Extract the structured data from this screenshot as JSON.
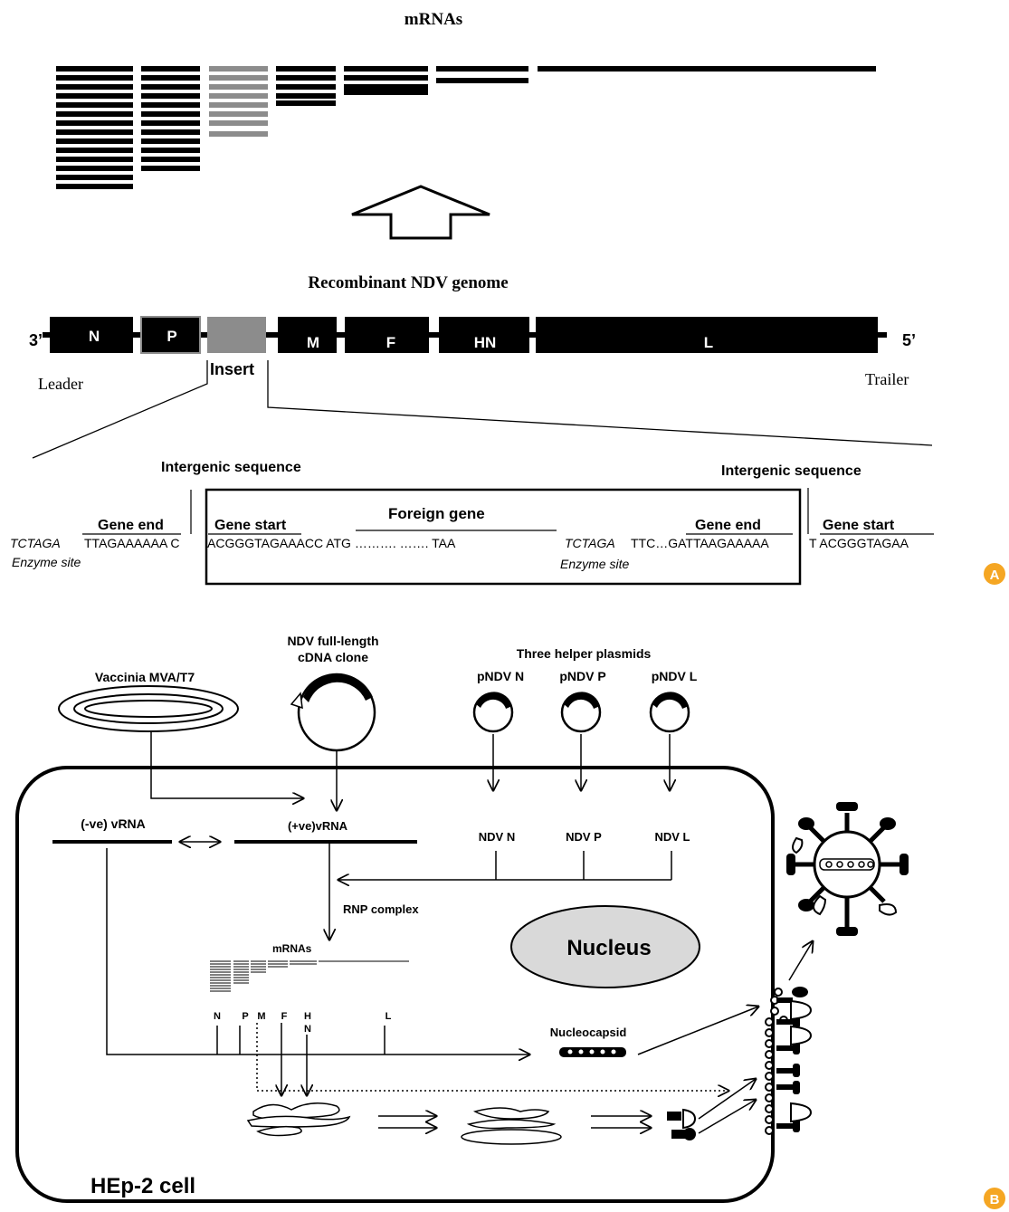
{
  "panel_a": {
    "mrnas_title": "mRNAs",
    "genome_title": "Recombinant NDV genome",
    "end_3": "3’",
    "end_5": "5’",
    "genes": [
      "N",
      "P",
      "M",
      "F",
      "HN",
      "L"
    ],
    "insert_label": "Insert",
    "leader_label": "Leader",
    "trailer_label": "Trailer",
    "intergenic_left": "Intergenic sequence",
    "intergenic_right": "Intergenic sequence",
    "gene_end_left": "Gene end",
    "gene_start_left": "Gene start",
    "foreign_gene": "Foreign gene",
    "gene_end_right": "Gene end",
    "gene_start_right": "Gene start",
    "seq_tctaga_left": "TCTAGA",
    "seq_left_end": "TTAGAAAAAA C",
    "seq_mid": "ACGGGTAGAAACC ATG ………. ……. TAA",
    "seq_tctaga_mid": "TCTAGA",
    "seq_mid2": "TTC…GATTAAGAAAAA",
    "seq_right": "T ACGGGTAGAA",
    "enzyme_site_left": "Enzyme site",
    "enzyme_site_mid": "Enzyme site",
    "badge": "A"
  },
  "panel_b": {
    "vaccinia": "Vaccinia MVA/T7",
    "ndv_clone_line1": "NDV full-length",
    "ndv_clone_line2": "cDNA clone",
    "helpers_title": "Three helper plasmids",
    "plasmids": [
      "pNDV N",
      "pNDV P",
      "pNDV L"
    ],
    "neg_vrna": "(-ve) vRNA",
    "pos_vrna": "(+ve)vRNA",
    "proteins": [
      "NDV N",
      "NDV P",
      "NDV L"
    ],
    "rnp_complex": "RNP complex",
    "mrnas_label": "mRNAs",
    "nucleus": "Nucleus",
    "gene_letters": [
      "N",
      "P",
      "M",
      "F",
      "H",
      "N",
      "L"
    ],
    "nucleocapsid": "Nucleocapsid",
    "cell_label": "HEp-2 cell",
    "badge": "B"
  },
  "colors": {
    "black": "#000000",
    "insert_gray": "#8c8c8c",
    "nucleus_fill": "#d9d9d9",
    "badge_orange": "#f5a623"
  }
}
